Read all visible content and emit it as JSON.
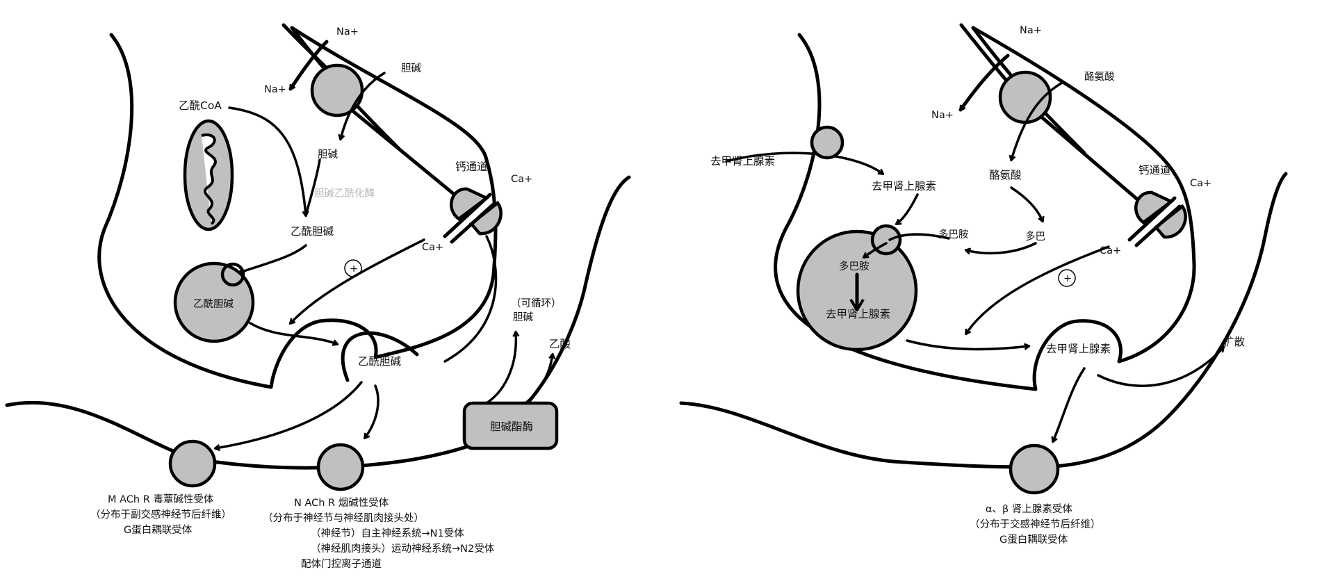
{
  "left": {
    "na_in": "Na+",
    "na_out": "Na+",
    "choline_in": "胆碱",
    "acetyl_coa": "乙酰CoA",
    "choline_mid": "胆碱",
    "chat_enzyme": "胆碱乙酰化酶",
    "ach_cyto": "乙酰胆碱",
    "ach_vesicle": "乙酰胆碱",
    "ca_channel": "钙通道",
    "ca_outside": "Ca+",
    "ca_inside": "Ca+",
    "plus": "+",
    "ach_cleft": "乙酰胆碱",
    "recycle_paren": "（可循环）",
    "recycle_choline": "胆碱",
    "acetic_acid": "乙酸",
    "ache": "胆碱酯酶",
    "mach_1": "M ACh R  毒蕈碱性受体",
    "mach_2": "（分布于副交感神经节后纤维）",
    "mach_3": "G蛋白耦联受体",
    "nach_1": "N ACh R  烟碱性受体",
    "nach_2": "（分布于神经节与神经肌肉接头处）",
    "nach_3": "（神经节）自主神经系统→N1受体",
    "nach_4": "（神经肌肉接头）运动神经系统→N2受体",
    "nach_5": "配体门控离子通道"
  },
  "right": {
    "na_in": "Na+",
    "na_out": "Na+",
    "tyrosine_in": "酪氨酸",
    "ne_uptake": "去甲肾上腺素",
    "ne_cyto": "去甲肾上腺素",
    "tyrosine_mid": "酪氨酸",
    "dopa": "多巴",
    "dopamine_cyto": "多巴胺",
    "dopamine_vesicle": "多巴胺",
    "ne_vesicle": "去甲肾上腺素",
    "ca_channel": "钙通道",
    "ca_outside": "Ca+",
    "ca_inside": "Ca+",
    "plus": "+",
    "ne_cleft": "去甲肾上腺素",
    "diffuse": "扩散",
    "adr_1": "α、β  肾上腺素受体",
    "adr_2": "（分布于交感神经节后纤维）",
    "adr_3": "G蛋白耦联受体"
  }
}
